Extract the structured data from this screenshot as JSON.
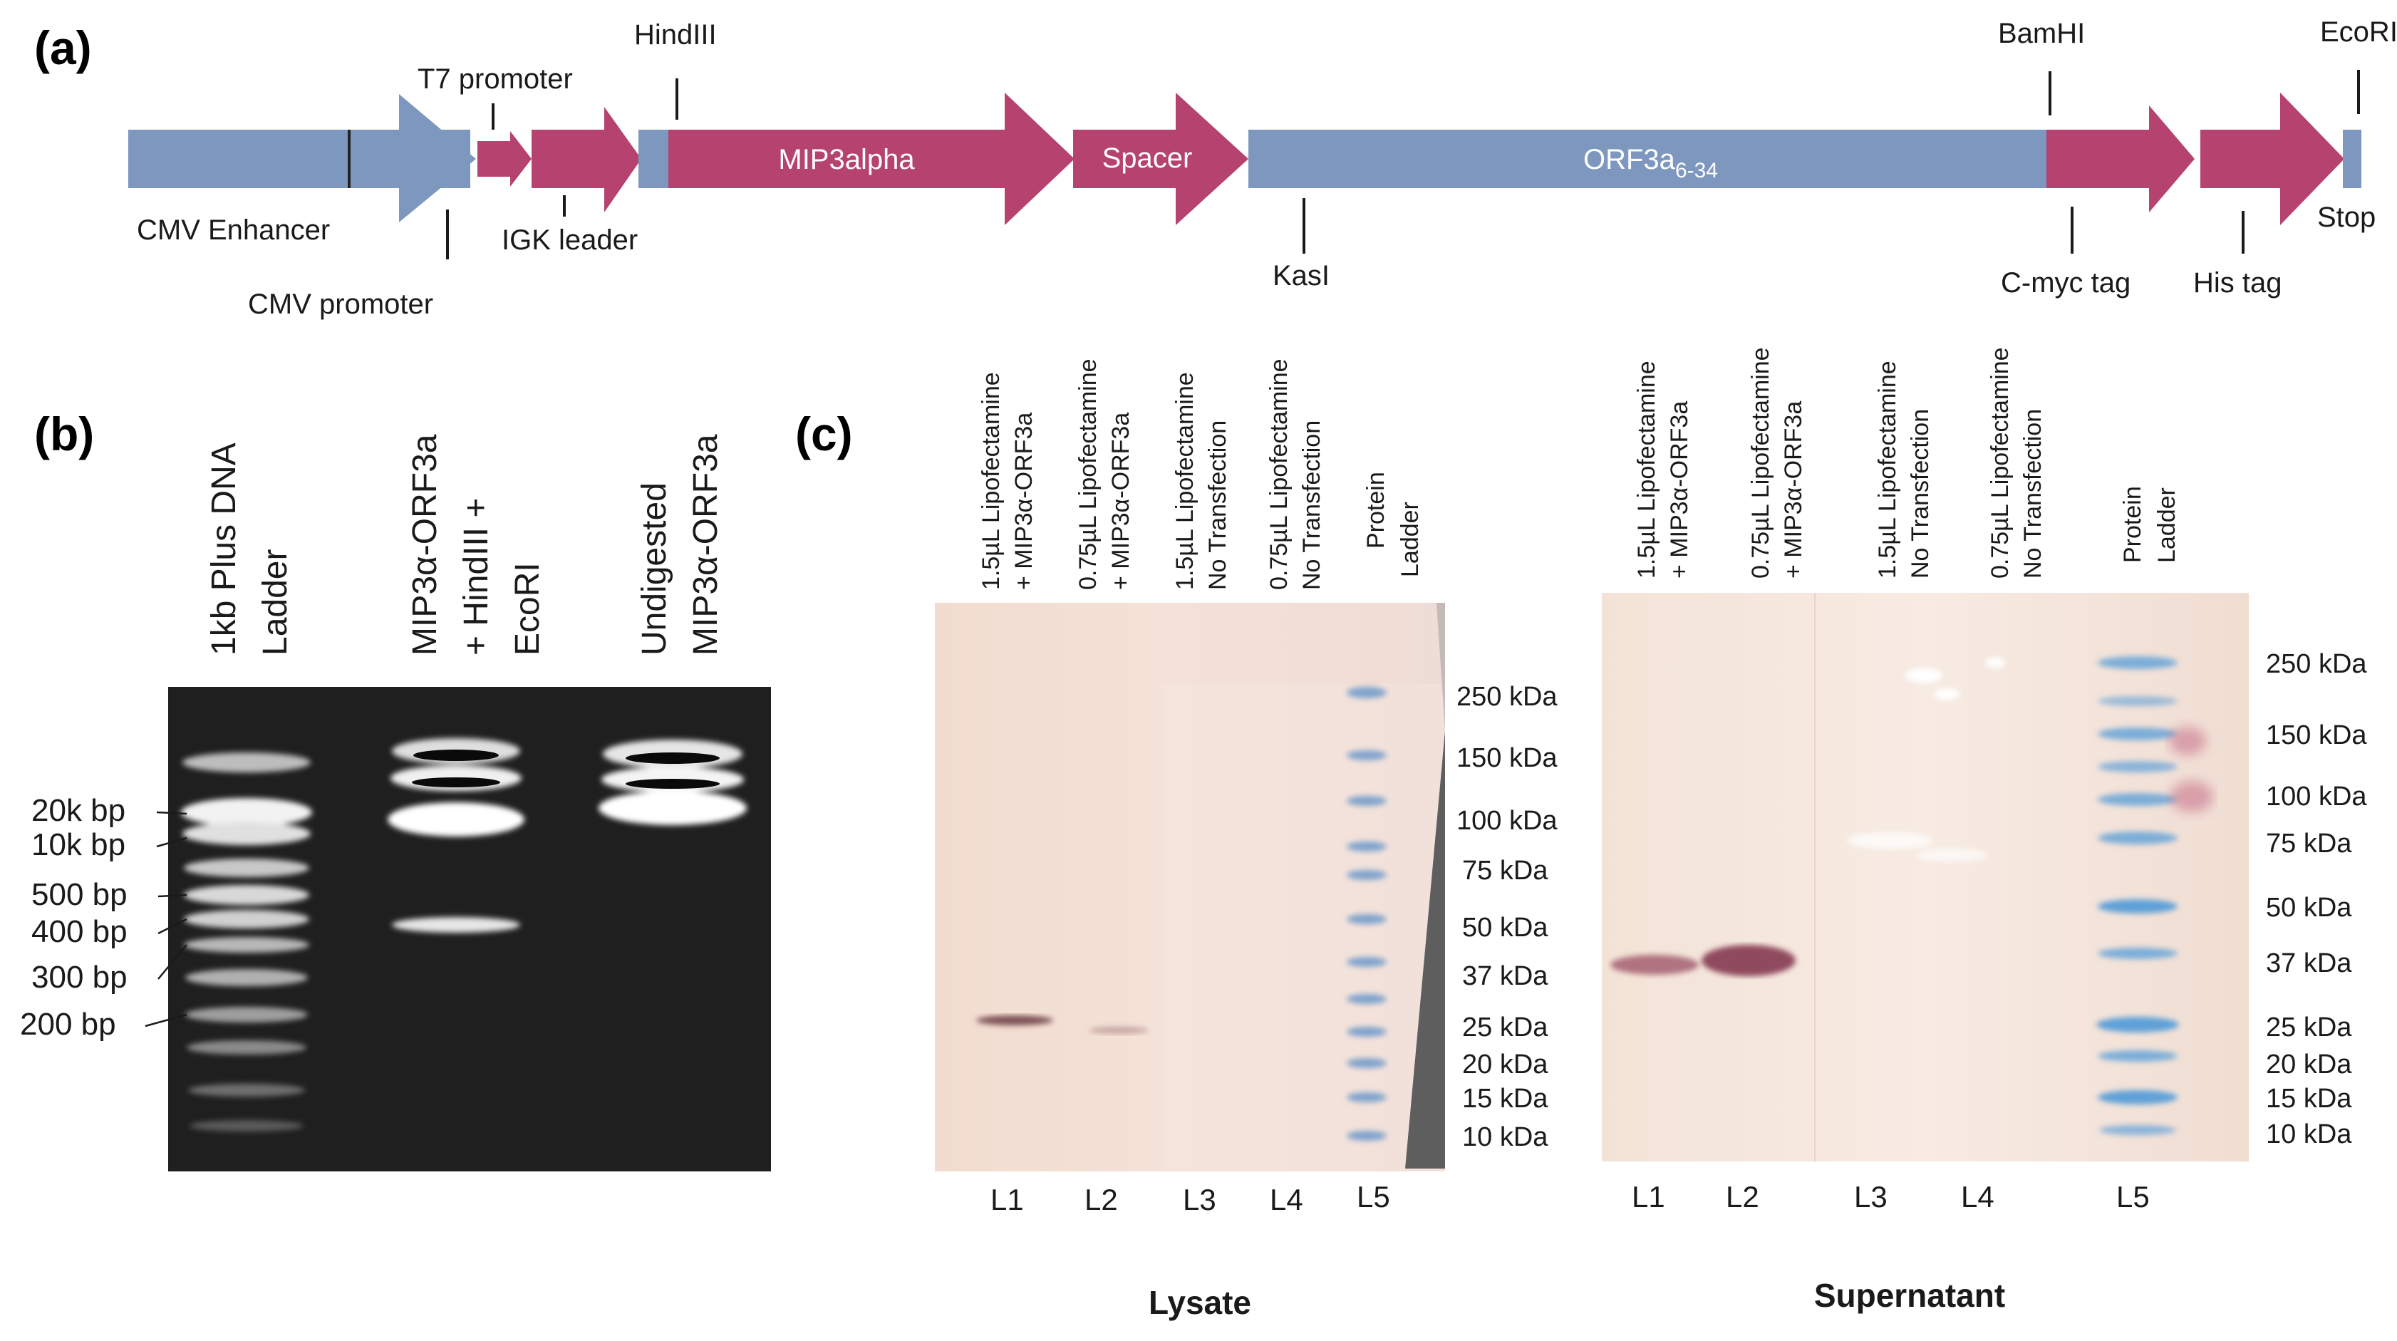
{
  "panels": {
    "a": {
      "letter": "(a)",
      "labels": {
        "cmv_enhancer": "CMV Enhancer",
        "cmv_promoter": "CMV promoter",
        "t7_promoter": "T7 promoter",
        "igk_leader": "IGK leader",
        "hindiii": "HindIII",
        "mip3alpha": "MIP3alpha",
        "spacer": "Spacer",
        "orf3a": "ORF3a",
        "orf3a_sub": "6-34",
        "kasi": "KasI",
        "bamhi": "BamHI",
        "cmyc_tag": "C-myc tag",
        "his_tag": "His tag",
        "ecori": "EcoRI",
        "stop": "Stop"
      },
      "colors": {
        "blue": "#7e97bf",
        "magenta": "#b5426f"
      }
    },
    "b": {
      "letter": "(b)",
      "lanes": [
        [
          "1kb Plus DNA",
          "Ladder"
        ],
        [
          "MIP3α-ORF3a",
          "+ HindIII +",
          "EcoRI"
        ],
        [
          "Undigested",
          "MIP3α-ORF3a"
        ]
      ],
      "markers": [
        "20k bp",
        "10k bp",
        "500 bp",
        "400 bp",
        "300 bp",
        "200 bp"
      ]
    },
    "c": {
      "letter": "(c)",
      "lysate": {
        "caption": "Lysate",
        "headers": [
          [
            "1.5µL Lipofectamine",
            "+ MIP3α-ORF3a"
          ],
          [
            "0.75µL Lipofectamine",
            "+ MIP3α-ORF3a"
          ],
          [
            "1.5µL Lipofectamine",
            "No Transfection"
          ],
          [
            "0.75µL Lipofectamine",
            "No Transfection"
          ],
          [
            "Protein",
            "Ladder"
          ]
        ],
        "lanes": [
          "L1",
          "L2",
          "L3",
          "L4",
          "L5"
        ],
        "markers": [
          "250 kDa",
          "150 kDa",
          "100 kDa",
          "75 kDa",
          "50 kDa",
          "37 kDa",
          "25 kDa",
          "20 kDa",
          "15 kDa",
          "10 kDa"
        ]
      },
      "supernatant": {
        "caption": "Supernatant",
        "headers": [
          [
            "1.5µL Lipofectamine",
            "+ MIP3α-ORF3a"
          ],
          [
            "0.75µL Lipofectamine",
            "+ MIP3α-ORF3a"
          ],
          [
            "1.5µL Lipofectamine",
            "No Transfection"
          ],
          [
            "0.75µL Lipofectamine",
            "No Transfection"
          ],
          [
            "Protein",
            "Ladder"
          ]
        ],
        "lanes": [
          "L1",
          "L2",
          "L3",
          "L4",
          "L5"
        ],
        "markers": [
          "250 kDa",
          "150 kDa",
          "100 kDa",
          "75 kDa",
          "50 kDa",
          "37 kDa",
          "25 kDa",
          "20 kDa",
          "15 kDa",
          "10 kDa"
        ]
      }
    }
  }
}
